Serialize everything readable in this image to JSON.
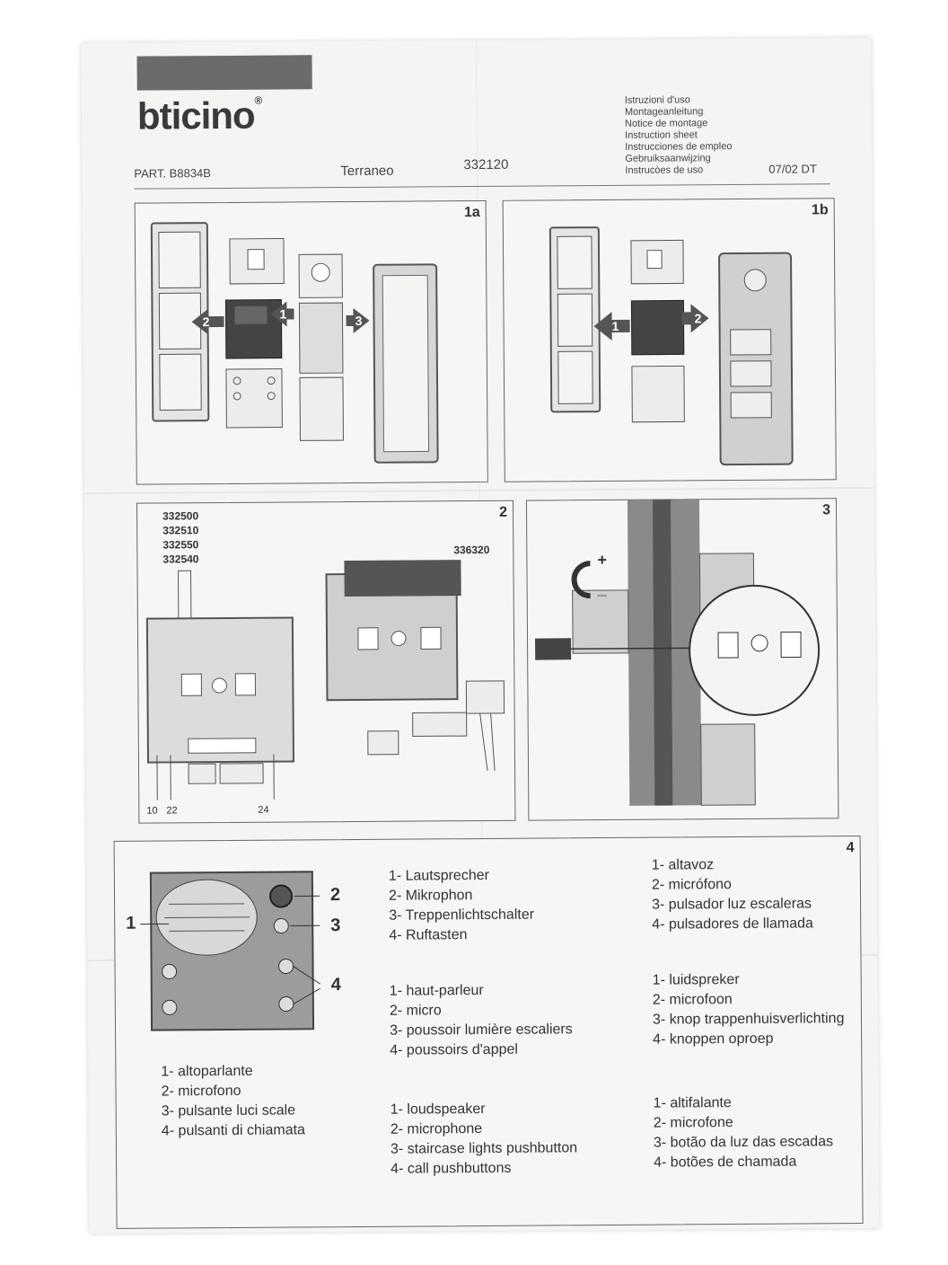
{
  "header": {
    "brand": "bticino",
    "part": "PART. B8834B",
    "product_name": "Terraneo",
    "product_code": "332120",
    "languages": [
      "Istruzioni d'uso",
      "Montageanleitung",
      "Notice de montage",
      "Instruction sheet",
      "Instrucciones de empleo",
      "Gebruiksaanwijzing",
      "Instrucòes de uso"
    ],
    "date_code": "07/02  DT"
  },
  "panel_1a": {
    "label": "1a",
    "steps": [
      "1",
      "2",
      "3"
    ]
  },
  "panel_1b": {
    "label": "1b",
    "steps": [
      "1",
      "2"
    ]
  },
  "panel_2": {
    "label": "2",
    "module_codes": [
      "332500",
      "332510",
      "332550",
      "332540"
    ],
    "cable_code": "336320",
    "terminals": [
      "10",
      "22",
      "24"
    ]
  },
  "panel_3": {
    "label": "3",
    "plus": "+",
    "minus": "_"
  },
  "panel_4": {
    "label": "4",
    "callouts": [
      "1",
      "2",
      "3",
      "4"
    ],
    "italian": [
      "1- altoparlante",
      "2- microfono",
      "3- pulsante luci scale",
      "4- pulsanti di chiamata"
    ],
    "german": [
      "1- Lautsprecher",
      "2- Mikrophon",
      "3- Treppenlichtschalter",
      "4- Ruftasten"
    ],
    "french": [
      "1- haut-parleur",
      "2- micro",
      "3- poussoir lumière escaliers",
      "4- poussoirs d'appel"
    ],
    "english": [
      "1- loudspeaker",
      "2- microphone",
      "3- staircase lights pushbutton",
      "4- call pushbuttons"
    ],
    "spanish": [
      "1- altavoz",
      "2- micrófono",
      "3- pulsador luz escaleras",
      "4- pulsadores de llamada"
    ],
    "dutch": [
      "1- luidspreker",
      "2- microfoon",
      "3- knop trappenhuisverlichting",
      "4- knoppen oproep"
    ],
    "portuguese": [
      "1- altifalante",
      "2- microfone",
      "3- botão da luz das escadas",
      "4- botões de chamada"
    ]
  }
}
